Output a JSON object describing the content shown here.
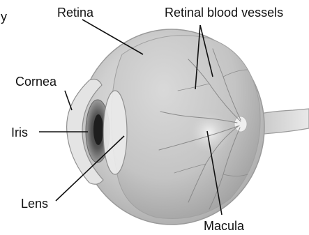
{
  "diagram": {
    "labels": {
      "cut_word": "y",
      "retina": "Retina",
      "retinal_blood_vessels": "Retinal blood vessels",
      "cornea": "Cornea",
      "iris": "Iris",
      "lens": "Lens",
      "macula": "Macula"
    },
    "colors": {
      "background": "#ffffff",
      "text": "#111111",
      "leader_lines": "#111111",
      "sclera_outline": "#9a9a9a",
      "retina_shading": "#d6d6d6",
      "vessels": "#8a8a8a"
    }
  }
}
